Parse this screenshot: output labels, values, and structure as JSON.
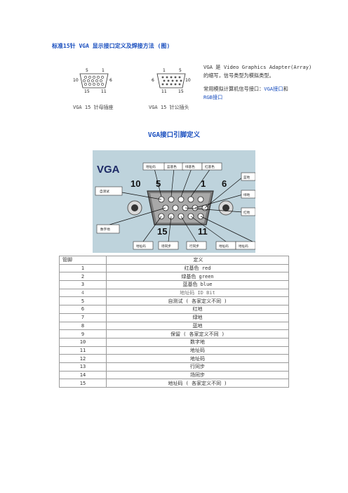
{
  "title": "标准15针 VGA 显示接口定义及焊接方法 (图)",
  "connectors": {
    "female": {
      "caption": "VGA 15 针母插座",
      "labels": {
        "top_left": "5",
        "top_right": "1",
        "mid_left": "10",
        "mid_right": "6",
        "bot_left": "15",
        "bot_right": "11"
      }
    },
    "male": {
      "caption": "VGA 15 针公插头",
      "labels": {
        "top_left": "1",
        "top_right": "5",
        "mid_left": "6",
        "mid_right": "10",
        "bot_left": "11",
        "bot_right": "15"
      }
    }
  },
  "description": {
    "line1": "VGA 是 Video Graphics Adapter(Array)",
    "line2": "的缩写，信号类型为模拟类型。",
    "line3_prefix": "常用模拟计算机信号接口：",
    "line3_link": "VGA接口",
    "line3_and": "和",
    "line4_link": "RGB接口"
  },
  "section_title": "VGA接口引脚定义",
  "diagram": {
    "logo": "VGA",
    "numbers": {
      "n10": "10",
      "n5": "5",
      "n1": "1",
      "n6": "6",
      "n15": "15",
      "n11": "11"
    },
    "callouts": {
      "top1": "地址码",
      "top2": "蓝基色",
      "top3": "绿基色",
      "top4": "红基色",
      "left1": "自测试",
      "left2": "数字地",
      "right1": "蓝地",
      "right2": "绿地",
      "right3": "红地",
      "bottom1": "地址码",
      "bottom2": "场同步",
      "bottom3": "行同步",
      "bottom4": "地址码",
      "bottom5": "地址码"
    }
  },
  "table": {
    "headers": [
      "管脚",
      "定义"
    ],
    "rows": [
      {
        "pin": "1",
        "def": "红基色 red"
      },
      {
        "pin": "2",
        "def": "绿基色 green"
      },
      {
        "pin": "3",
        "def": "蓝基色 blue"
      },
      {
        "pin": "4",
        "def": "地址码 ID Bit"
      },
      {
        "pin": "5",
        "def": "自测试 ( 各家定义不同 )"
      },
      {
        "pin": "6",
        "def": "红地"
      },
      {
        "pin": "7",
        "def": "绿地"
      },
      {
        "pin": "8",
        "def": "蓝地"
      },
      {
        "pin": "9",
        "def": "保留 ( 各家定义不同 )"
      },
      {
        "pin": "10",
        "def": "数字地"
      },
      {
        "pin": "11",
        "def": "地址码"
      },
      {
        "pin": "12",
        "def": "地址码"
      },
      {
        "pin": "13",
        "def": "行同步"
      },
      {
        "pin": "14",
        "def": "场同步"
      },
      {
        "pin": "15",
        "def": "地址码 ( 各家定义不同 )"
      }
    ]
  }
}
